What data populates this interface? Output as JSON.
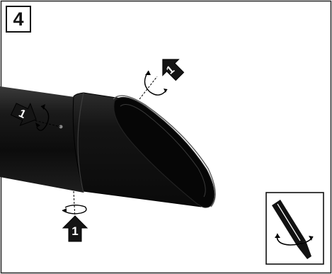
{
  "step": {
    "number": "4"
  },
  "arrow_labels": {
    "top": "1",
    "left": "1",
    "bottom": "1"
  },
  "colors": {
    "pipe": "#101010",
    "pipe_highlight": "#4a4a4a",
    "outline": "#111111",
    "background": "#ffffff"
  },
  "icons": [
    "step-number-box",
    "rotation-arrow-icon",
    "numbered-arrow-icon",
    "screwdriver-icon"
  ]
}
